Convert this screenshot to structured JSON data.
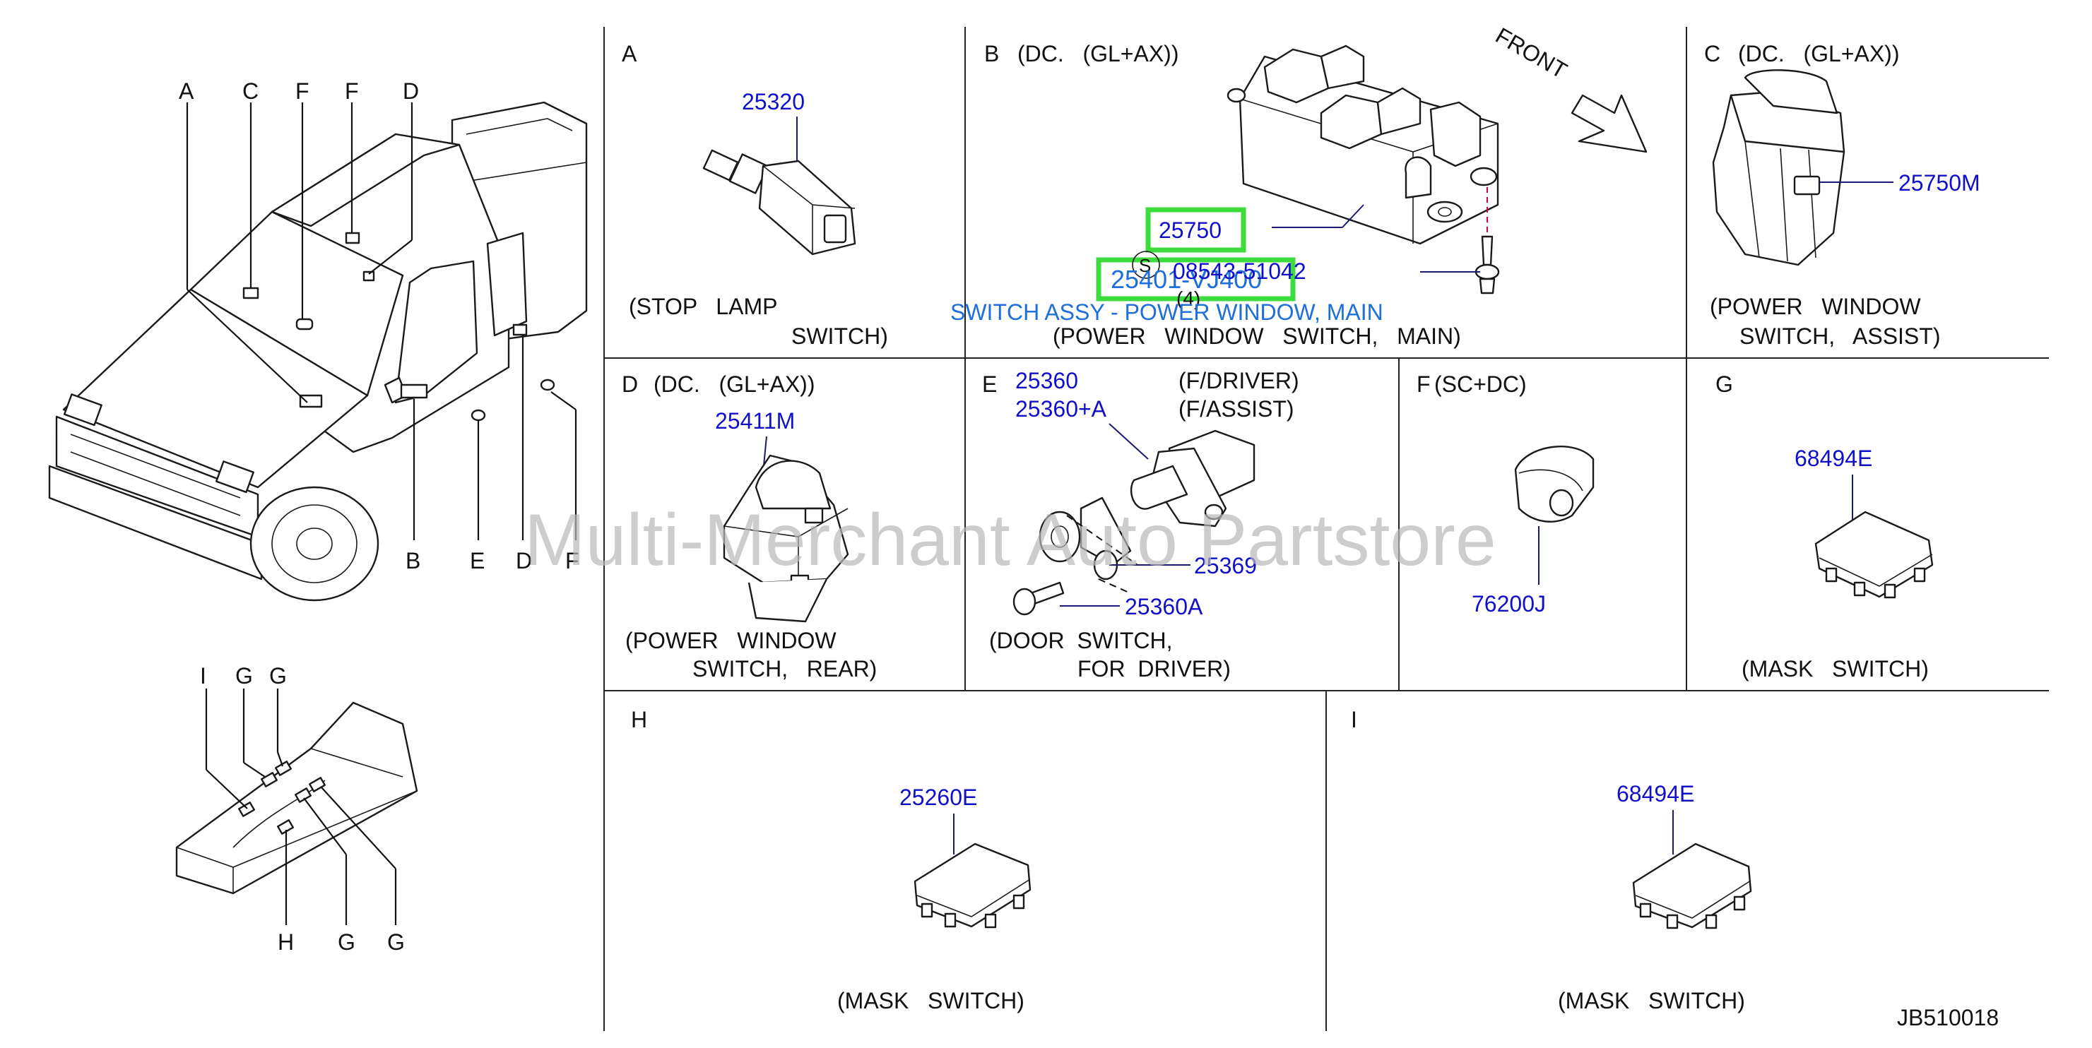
{
  "vehicle": {
    "callouts_top": [
      "A",
      "C",
      "F",
      "F",
      "D"
    ],
    "callouts_bottom": [
      "B",
      "E",
      "D",
      "F"
    ]
  },
  "console": {
    "callouts_top": [
      "I",
      "G",
      "G"
    ],
    "callouts_bottom": [
      "H",
      "G",
      "G"
    ]
  },
  "panels": {
    "A": {
      "letter": "A",
      "part": "25320",
      "desc1": "(STOP   LAMP",
      "desc2": "SWITCH)"
    },
    "B": {
      "letter": "B",
      "variant": "(DC.   (GL+AX))",
      "front": "FRONT",
      "part": "25750",
      "part2": "25401-VJ400",
      "bolt": "08543-51042",
      "qty": "(4)",
      "overlay": "SWITCH ASSY - POWER WINDOW, MAIN",
      "desc": "(POWER   WINDOW   SWITCH,   MAIN)"
    },
    "C": {
      "letter": "C",
      "variant": "(DC.   (GL+AX))",
      "part": "25750M",
      "desc1": "(POWER   WINDOW",
      "desc2": "SWITCH,   ASSIST)"
    },
    "D": {
      "letter": "D",
      "variant": "(DC.   (GL+AX))",
      "part": "25411M",
      "desc1": "(POWER   WINDOW",
      "desc2": "SWITCH,   REAR)"
    },
    "E": {
      "letter": "E",
      "part1": "25360",
      "part2": "25360+A",
      "note1": "(F/DRIVER)",
      "note2": "(F/ASSIST)",
      "part3": "25369",
      "part4": "25360A",
      "desc1": "(DOOR  SWITCH,",
      "desc2": "FOR  DRIVER)"
    },
    "F": {
      "letter": "F",
      "variant": "(SC+DC)",
      "part": "76200J"
    },
    "G": {
      "letter": "G",
      "part": "68494E",
      "desc": "(MASK   SWITCH)"
    },
    "H": {
      "letter": "H",
      "part": "25260E",
      "desc": "(MASK   SWITCH)"
    },
    "I": {
      "letter": "I",
      "part": "68494E",
      "desc": "(MASK   SWITCH)"
    }
  },
  "watermark": "Multi-Merchant Auto Partstore",
  "diagram_code": "JB510018",
  "colors": {
    "part_number": "#1010c8",
    "highlight": "#3ddc3d",
    "overlay_text": "#1e6fd9",
    "watermark": "#b8b8b8"
  }
}
